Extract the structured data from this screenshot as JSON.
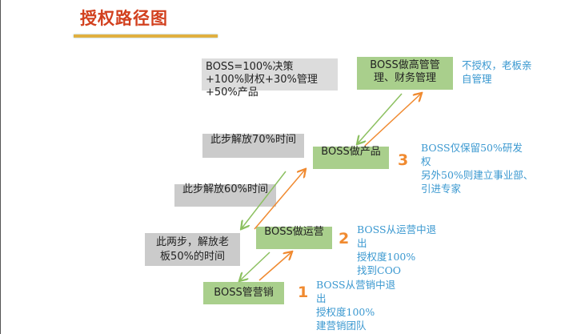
{
  "title": "授权路径图",
  "summary_box": [
    "BOSS=100%决策",
    "+100%财权+30%管理",
    "+50%产品"
  ],
  "steps": [
    {
      "number": "1",
      "label": "BOSS管营销",
      "note": [
        "BOSS从营销中退",
        "出",
        "授权度100%",
        "建营销团队"
      ]
    },
    {
      "number": "2",
      "label": "BOSS做运营",
      "note": [
        "BOSS从运营中退",
        "出",
        "授权度100%",
        "找到COO"
      ]
    },
    {
      "number": "3",
      "label": "BOSS做产品",
      "note": [
        "BOSS仅保留50%研发",
        "权",
        "另外50%则建立事业部、",
        "引进专家"
      ]
    }
  ],
  "top": {
    "label": "BOSS做高管管理、财务管理",
    "note": [
      "不授权，老板亲",
      "自管理"
    ]
  },
  "time_boxes": [
    "此步解放70%时间",
    "此步解放60%时间",
    "此两步，解放老板50%的时间"
  ],
  "colors": {
    "title": "#d2401e",
    "green_box": "#a9cf8c",
    "gray_box": "#cbcbcb",
    "number": "#f08a30",
    "note": "#3a98d0",
    "arrow_down": "#8cc060",
    "arrow_up": "#f08a30"
  }
}
